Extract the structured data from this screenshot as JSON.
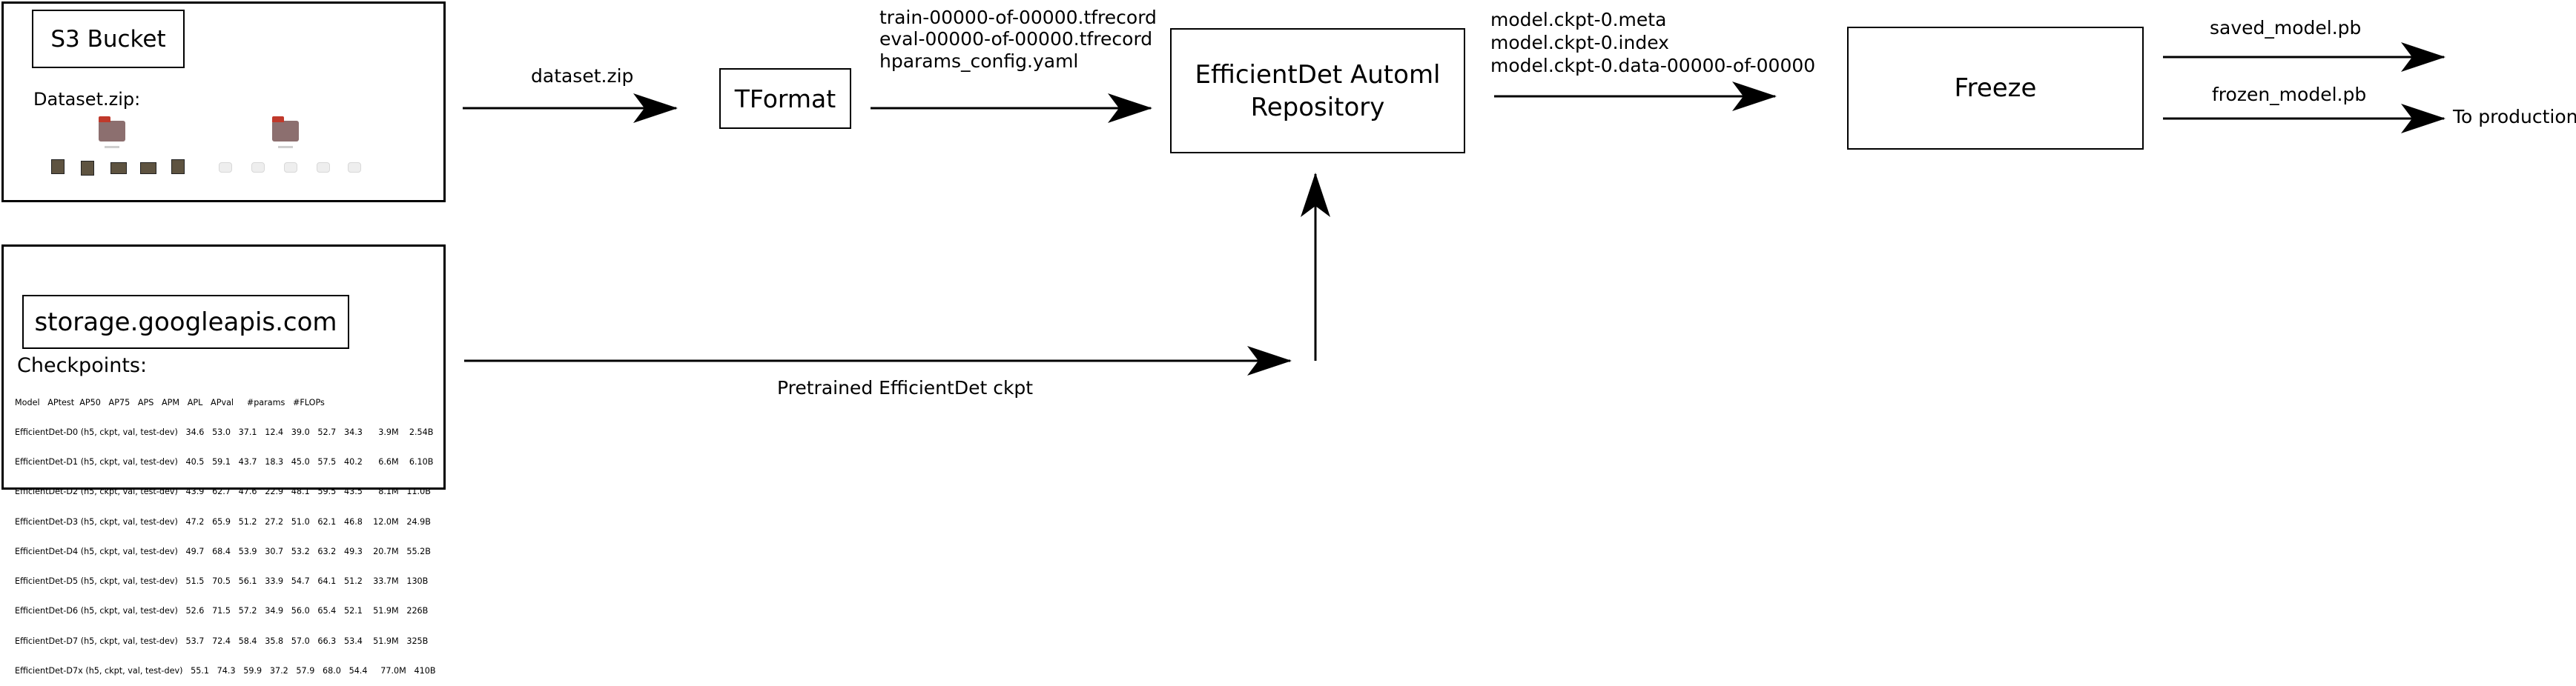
{
  "s3": {
    "title": "S3 Bucket",
    "dataset_label": "Dataset.zip:"
  },
  "storage": {
    "title": "storage.googleapis.com",
    "checkpoints_label": "Checkpoints:",
    "table_header": "Model   APtest  AP50   AP75   APS   APM   APL   APval     #params   #FLOPs",
    "table_rows": [
      "EfficientDet-D0 (h5, ckpt, val, test-dev)   34.6   53.0   37.1   12.4   39.0   52.7   34.3      3.9M    2.54B",
      "EfficientDet-D1 (h5, ckpt, val, test-dev)   40.5   59.1   43.7   18.3   45.0   57.5   40.2      6.6M    6.10B",
      "EfficientDet-D2 (h5, ckpt, val, test-dev)   43.9   62.7   47.6   22.9   48.1   59.5   43.5      8.1M   11.0B",
      "EfficientDet-D3 (h5, ckpt, val, test-dev)   47.2   65.9   51.2   27.2   51.0   62.1   46.8    12.0M   24.9B",
      "EfficientDet-D4 (h5, ckpt, val, test-dev)   49.7   68.4   53.9   30.7   53.2   63.2   49.3    20.7M   55.2B",
      "EfficientDet-D5 (h5, ckpt, val, test-dev)   51.5   70.5   56.1   33.9   54.7   64.1   51.2    33.7M   130B",
      "EfficientDet-D6 (h5, ckpt, val, test-dev)   52.6   71.5   57.2   34.9   56.0   65.4   52.1    51.9M   226B",
      "EfficientDet-D7 (h5, ckpt, val, test-dev)   53.7   72.4   58.4   35.8   57.0   66.3   53.4    51.9M   325B",
      "EfficientDet-D7x (h5, ckpt, val, test-dev)   55.1   74.3   59.9   37.2   57.9   68.0   54.4     77.0M   410B"
    ]
  },
  "nodes": {
    "tformat": "TFormat",
    "repo_line1": "EfficientDet Automl",
    "repo_line2": "Repository",
    "freeze": "Freeze"
  },
  "edges": {
    "dataset_zip": "dataset.zip",
    "tfrecord_train": "train-00000-of-00000.tfrecord",
    "tfrecord_eval": "eval-00000-of-00000.tfrecord",
    "hparams": "hparams_config.yaml",
    "ckpt_meta": "model.ckpt-0.meta",
    "ckpt_index": "model.ckpt-0.index",
    "ckpt_data": "model.ckpt-0.data-00000-of-00000",
    "saved_model": "saved_model.pb",
    "frozen_model": "frozen_model.pb",
    "production": "To production",
    "pretrained": "Pretrained EfficientDet ckpt"
  }
}
